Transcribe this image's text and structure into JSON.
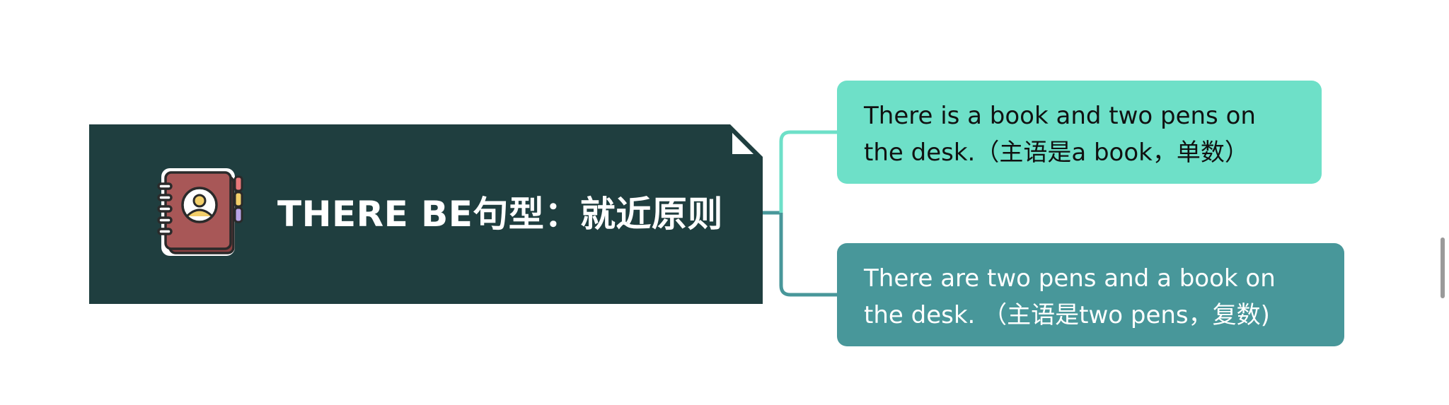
{
  "colors": {
    "root_bg": "#1f3e3f",
    "child1_bg": "#6ee0c8",
    "child2_bg": "#48979a",
    "connector1": "#6ee0c8",
    "connector2": "#48979a"
  },
  "root": {
    "icon": "address-book-icon",
    "title": "THERE BE句型：就近原则"
  },
  "children": [
    {
      "lines": [
        "There is a book and two pens on",
        "the desk.（主语是a book，单数）"
      ]
    },
    {
      "lines": [
        "There are two pens and a book on",
        "the desk. （主语是two pens，复数)"
      ]
    }
  ]
}
